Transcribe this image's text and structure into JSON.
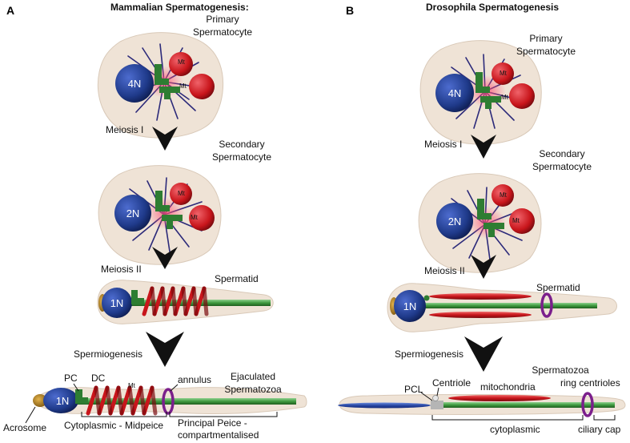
{
  "panel_a": {
    "letter": "A",
    "title": "Mammalian Spermatogenesis:",
    "primary_label": [
      "Primary",
      "Spermatocyte"
    ],
    "primary_nucleus": "4N",
    "meiosis1": "Meiosis I",
    "secondary_label": [
      "Secondary",
      "Spermatocyte"
    ],
    "secondary_nucleus": "2N",
    "meiosis2": "Meiosis II",
    "spermatid": "Spermatid",
    "spermatid_nucleus": "1N",
    "spermiogenesis": "Spermiogenesis",
    "pc": "PC",
    "dc": "DC",
    "mt": "Mt",
    "annulus": "annulus",
    "ejaculated": [
      "Ejaculated",
      "Spermatozoa"
    ],
    "sperm_nucleus": "1N",
    "acrosome": "Acrosome",
    "midpiece": "Cytoplasmic - Midpeice",
    "principal": [
      "Principal Peice -",
      "compartmentalised"
    ]
  },
  "panel_b": {
    "letter": "B",
    "title": "Drosophila Spermatogenesis",
    "primary_label": [
      "Primary",
      "Spermatocyte"
    ],
    "primary_nucleus": "4N",
    "meiosis1": "Meiosis I",
    "secondary_label": [
      "Secondary",
      "Spermatocyte"
    ],
    "secondary_nucleus": "2N",
    "meiosis2": "Meiosis II",
    "spermatid": "Spermatid",
    "spermatid_nucleus": "1N",
    "spermiogenesis": "Spermiogenesis",
    "spermatozoa": "Spermatozoa",
    "pcl": "PCL",
    "centriole": "Centriole",
    "mitochondria": "mitochondria",
    "ring_centrioles": "ring centrioles",
    "cytoplasmic": "cytoplasmic",
    "ciliary_cap": "ciliary cap",
    "mt": "Mt"
  },
  "colors": {
    "cell": "#efe3d6",
    "nucleus": "#1f3a8a",
    "mitochondria": "#c8151b",
    "centriole": "#2e7d32",
    "microtubule": "#2c2a7a",
    "annulus": "#7b1f8c",
    "acrosome": "#b07d1a"
  }
}
